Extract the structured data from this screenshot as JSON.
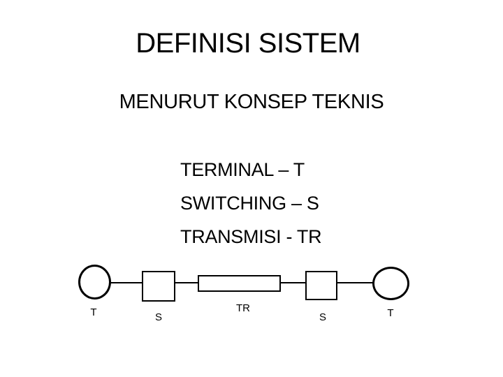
{
  "slide": {
    "title": "DEFINISI SISTEM",
    "subtitle": "MENURUT KONSEP TEKNIS",
    "definitions": [
      "TERMINAL – T",
      "SWITCHING – S",
      "TRANSMISI - TR"
    ],
    "diagram": {
      "description": "terminal-switching-transmission chain",
      "labels": {
        "terminal_left": "T",
        "switch_left": "S",
        "transmission": "TR",
        "switch_right": "S",
        "terminal_right": "T"
      }
    },
    "colors": {
      "background": "#ffffff",
      "foreground": "#000000"
    }
  }
}
